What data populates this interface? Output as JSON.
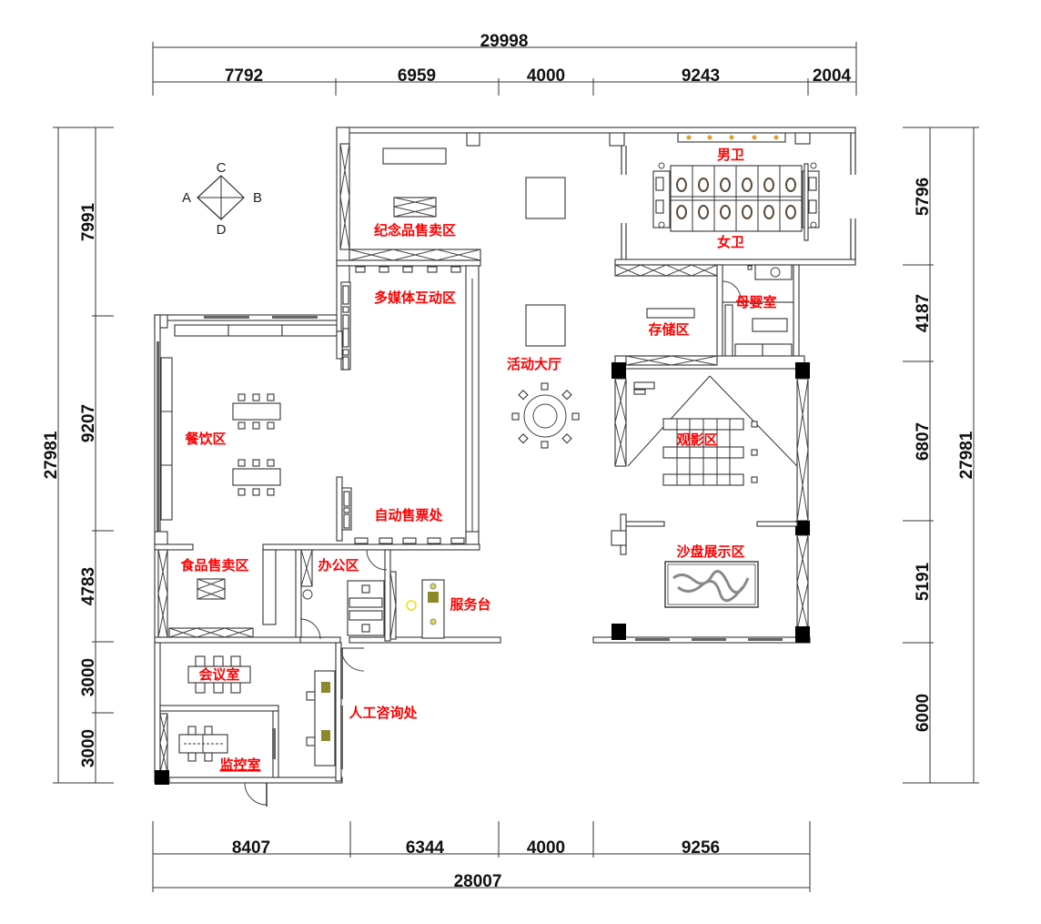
{
  "compass": {
    "north": "C",
    "south": "D",
    "west": "A",
    "east": "B"
  },
  "dimensions": {
    "top_total": "29998",
    "top_segments": [
      "7792",
      "6959",
      "4000",
      "9243",
      "2004"
    ],
    "bottom_segments": [
      "8407",
      "6344",
      "4000",
      "9256"
    ],
    "bottom_total": "28007",
    "left_total": "27981",
    "left_segments": [
      "7991",
      "9207",
      "4783",
      "3000",
      "3000"
    ],
    "right_total": "27981",
    "right_segments": [
      "5796",
      "4187",
      "6807",
      "5191",
      "6000"
    ]
  },
  "rooms": {
    "souvenir": "纪念品售卖区",
    "men_toilet": "男卫",
    "women_toilet": "女卫",
    "multimedia": "多媒体互动区",
    "storage": "存储区",
    "mother_baby": "母婴室",
    "activity_hall": "活动大厅",
    "dining": "餐饮区",
    "cinema": "观影区",
    "ticketing": "自动售票处",
    "sand_table": "沙盘展示区",
    "food_sales": "食品售卖区",
    "office": "办公区",
    "service_desk": "服务台",
    "meeting": "会议室",
    "consult": "人工咨询处",
    "monitor": "监控室"
  },
  "colors": {
    "label": "#ff0000",
    "line": "#333333",
    "fixture": "#8a8a2a"
  }
}
